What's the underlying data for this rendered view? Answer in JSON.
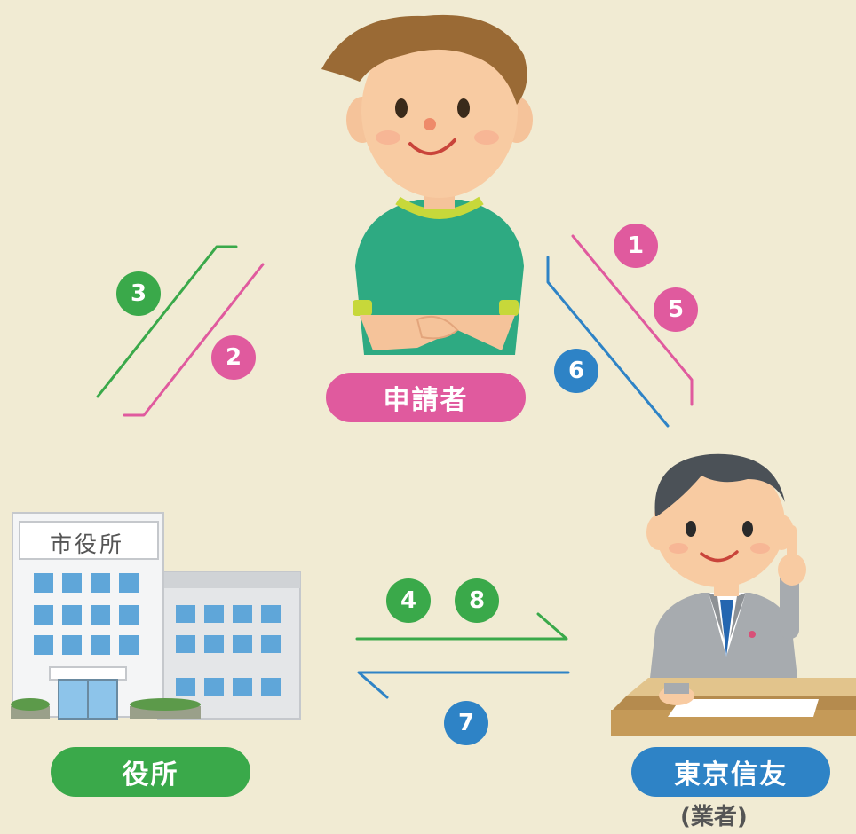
{
  "labels": {
    "applicant": "申請者",
    "office": "役所",
    "company": "東京信友",
    "company_sub": "(業者)",
    "building_sign": "市役所"
  },
  "steps": {
    "s1": "1",
    "s2": "2",
    "s3": "3",
    "s4": "4",
    "s5": "5",
    "s6": "6",
    "s7": "7",
    "s8": "8"
  },
  "colors": {
    "background": "#f1ebd3",
    "pink": "#e05a9e",
    "green": "#3aa94a",
    "blue": "#2e83c6"
  }
}
